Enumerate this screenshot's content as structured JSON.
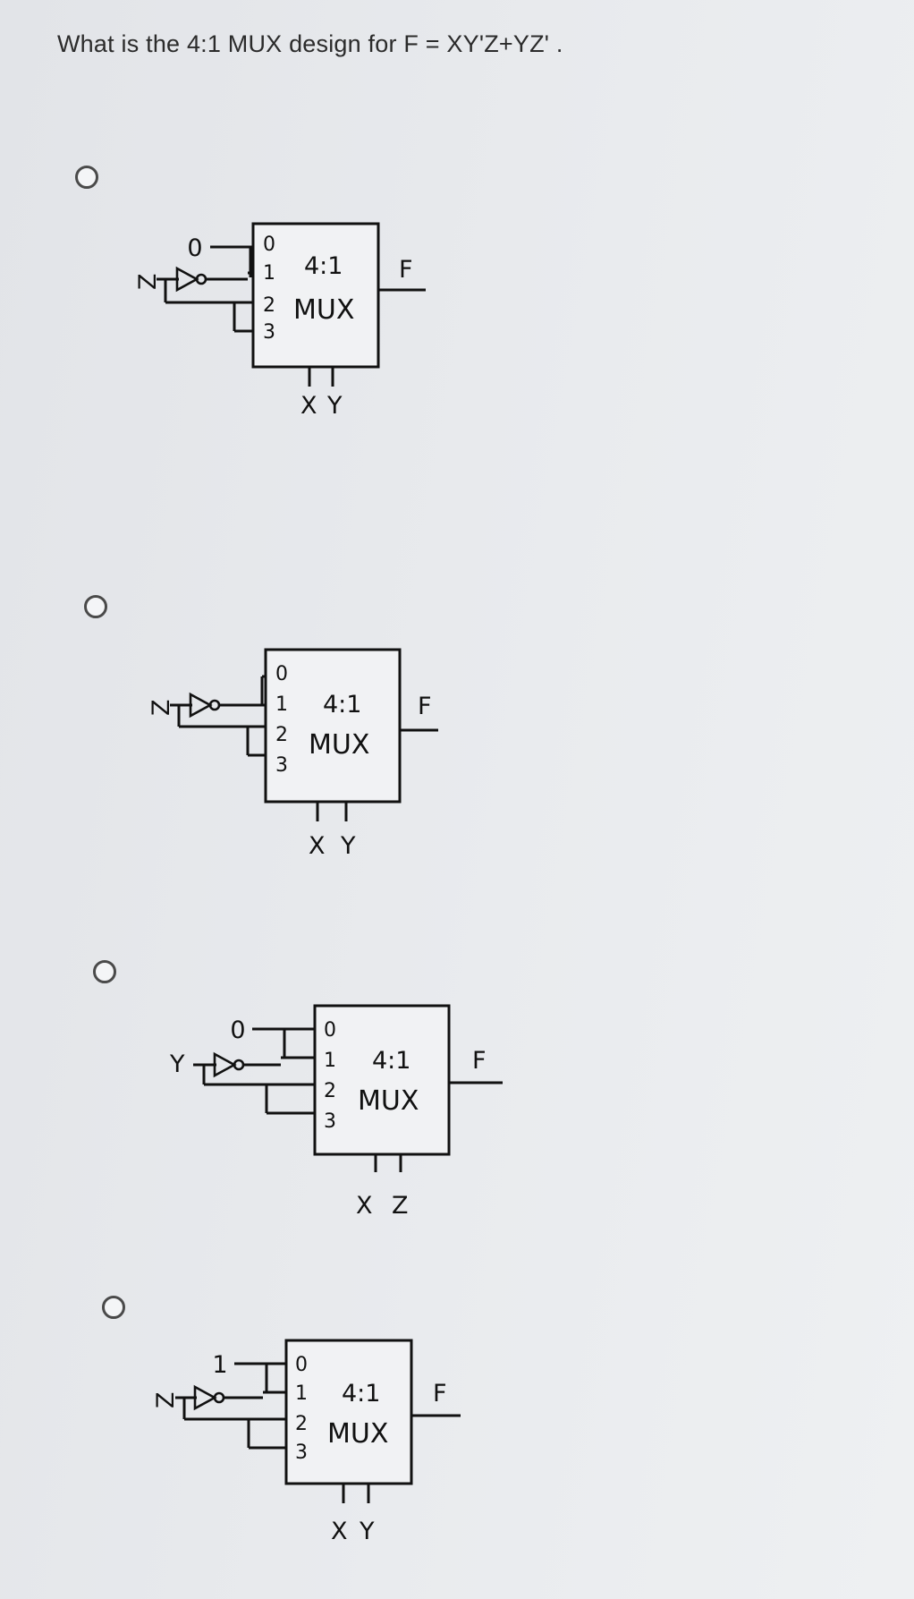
{
  "question": "What is the 4:1 MUX design for F = XY'Z+YZ' .",
  "options": [
    {
      "input_top": "0",
      "input_var": "Z",
      "pins": [
        "0",
        "1",
        "2",
        "3"
      ],
      "mux_type": "4:1",
      "mux_label": "MUX",
      "output": "F",
      "sel_a": "X",
      "sel_b": "Y"
    },
    {
      "input_top": "",
      "input_var": "Z",
      "pins": [
        "0",
        "1",
        "2",
        "3"
      ],
      "mux_type": "4:1",
      "mux_label": "MUX",
      "output": "F",
      "sel_a": "X",
      "sel_b": "Y"
    },
    {
      "input_top": "0",
      "input_var": "Y",
      "pins": [
        "0",
        "1",
        "2",
        "3"
      ],
      "mux_type": "4:1",
      "mux_label": "MUX",
      "output": "F",
      "sel_a": "X",
      "sel_b": "Z"
    },
    {
      "input_top": "1",
      "input_var": "Z",
      "pins": [
        "0",
        "1",
        "2",
        "3"
      ],
      "mux_type": "4:1",
      "mux_label": "MUX",
      "output": "F",
      "sel_a": "X",
      "sel_b": "Y"
    }
  ]
}
